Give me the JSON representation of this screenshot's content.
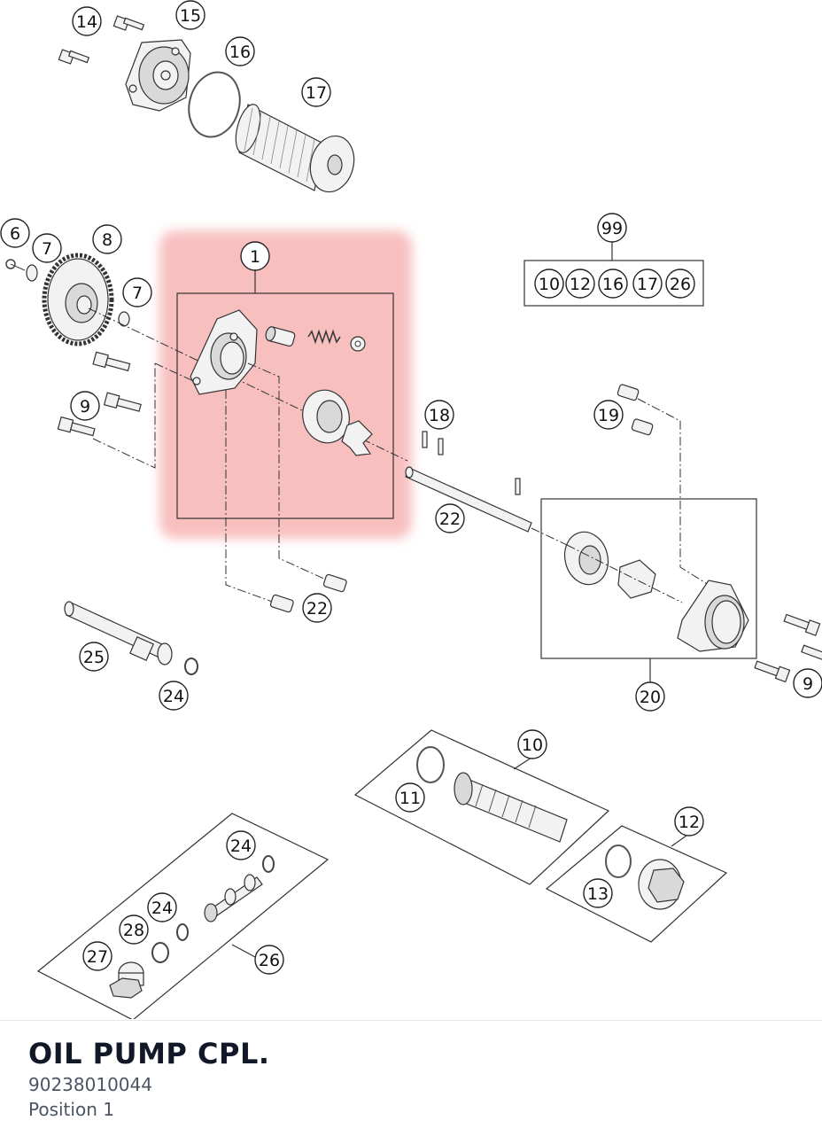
{
  "selected": {
    "name": "OIL PUMP CPL.",
    "part_number": "90238010044",
    "position": "Position 1",
    "highlight_color": "#f28b8b"
  },
  "callouts": [
    "14",
    "15",
    "16",
    "17",
    "6",
    "7",
    "8",
    "1",
    "7",
    "99",
    "10",
    "12",
    "16",
    "17",
    "26",
    "9",
    "18",
    "22",
    "19",
    "22",
    "25",
    "24",
    "20",
    "9",
    "10",
    "11",
    "12",
    "13",
    "24",
    "24",
    "28",
    "27",
    "26"
  ]
}
